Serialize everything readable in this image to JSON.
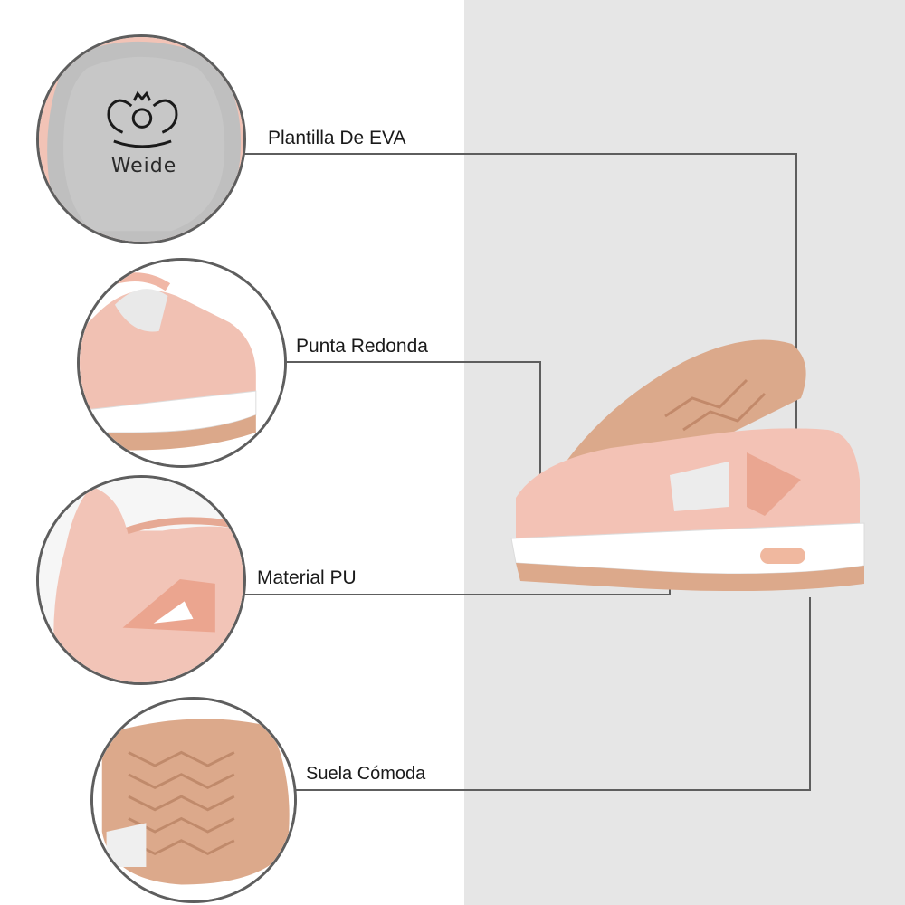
{
  "brand": {
    "name": "Weide"
  },
  "features": [
    {
      "label": "Plantilla De EVA",
      "icon": "insole-closeup"
    },
    {
      "label": "Punta Redonda",
      "icon": "toe-closeup"
    },
    {
      "label": "Material PU",
      "icon": "heel-closeup"
    },
    {
      "label": "Suela Cómoda",
      "icon": "sole-closeup"
    }
  ],
  "colors": {
    "shoe_pink": "#f3c2b5",
    "sole_tan": "#d9a789",
    "insole_gray": "#bdbdbd",
    "right_panel": "#e6e6e6",
    "line": "#5e5e5e"
  }
}
